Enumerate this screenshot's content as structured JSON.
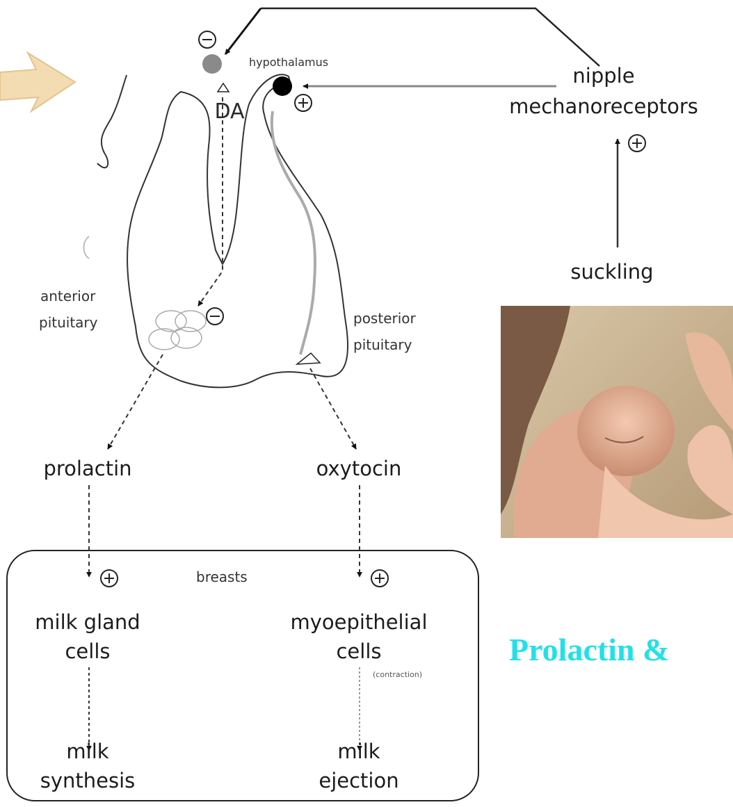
{
  "diagram": {
    "labels": {
      "hypothalamus": "hypothalamus",
      "da": "DA",
      "nipple_line1": "nipple",
      "nipple_line2": "mechanoreceptors",
      "suckling": "suckling",
      "anterior_line1": "anterior",
      "anterior_line2": "pituitary",
      "posterior_line1": "posterior",
      "posterior_line2": "pituitary",
      "prolactin": "prolactin",
      "oxytocin": "oxytocin",
      "breasts": "breasts",
      "milk_gland_line1": "milk gland",
      "milk_gland_line2": "cells",
      "myoepithelial_line1": "myoepithelial",
      "myoepithelial_line2": "cells",
      "contraction": "(contraction)",
      "milk_synthesis_line1": "milk",
      "milk_synthesis_line2": "synthesis",
      "milk_ejection_line1": "milk",
      "milk_ejection_line2": "ejection"
    },
    "signs": {
      "inhibit": "−",
      "stimulate": "+"
    }
  },
  "title": "Prolactin &",
  "colors": {
    "title": "#22e0ea",
    "inhibitory_dot": "#8a8a8a",
    "hypothalamus_dot": "#000000",
    "pointer_arrow": "#f3dcb2"
  },
  "photo": {
    "subject": "infant-breastfeeding-photo"
  }
}
